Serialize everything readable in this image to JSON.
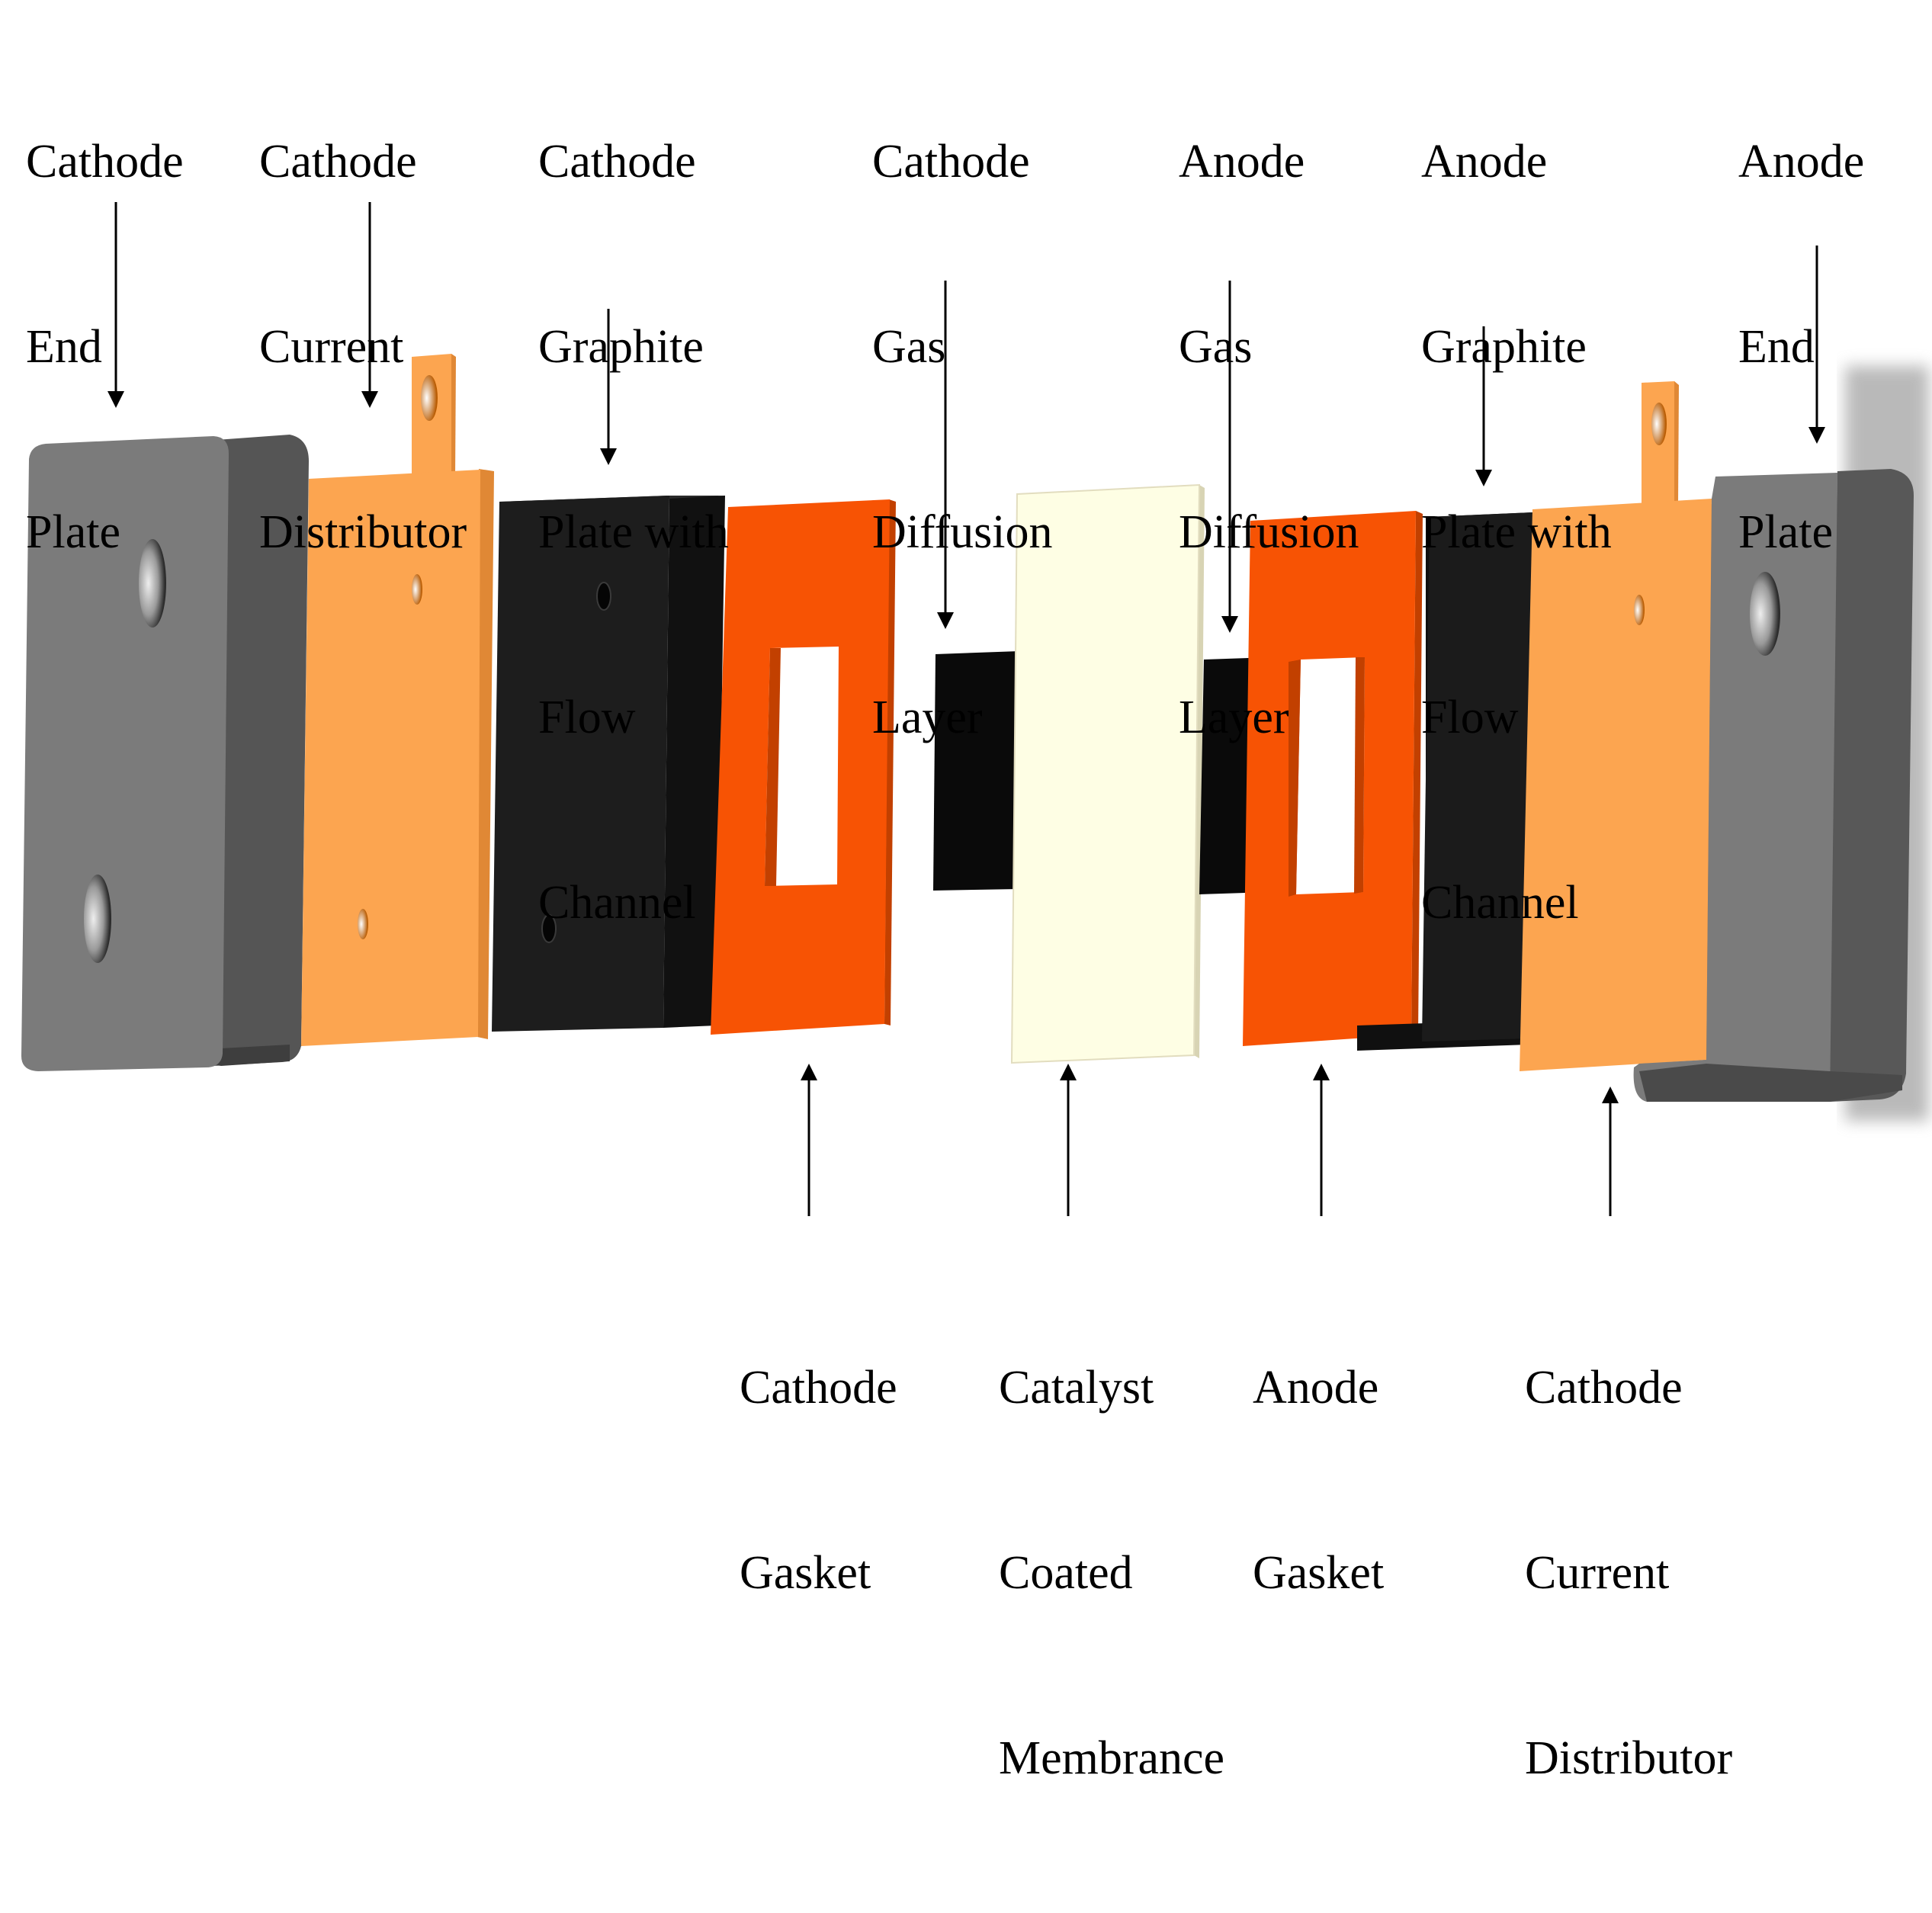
{
  "colors": {
    "end_plate_front": "#7a7a7a",
    "end_plate_side": "#505050",
    "current_distributor": "#fca550",
    "current_distributor_side": "#e48a36",
    "graphite_front": "#1c1c1c",
    "graphite_side": "#111111",
    "gasket": "#f75304",
    "gasket_side": "#d44400",
    "gdl": "#0a0a0a",
    "membrane": "#fefee4",
    "membrane_edge": "#d8d4b4"
  },
  "labels": {
    "top": [
      {
        "id": "cathode-end-plate",
        "lines": [
          "Cathode",
          "End",
          "Plate"
        ]
      },
      {
        "id": "cathode-current-distributor",
        "lines": [
          "Cathode",
          "Current",
          "Distributor"
        ]
      },
      {
        "id": "cathode-graphite-plate",
        "lines": [
          "Cathode",
          "Graphite",
          "Plate with",
          "Flow",
          "Channel"
        ]
      },
      {
        "id": "cathode-gas-diffusion-layer",
        "lines": [
          "Cathode",
          "Gas",
          "Diffusion",
          "Layer"
        ]
      },
      {
        "id": "anode-gas-diffusion-layer",
        "lines": [
          "Anode",
          "Gas",
          "Diffusion",
          "Layer"
        ]
      },
      {
        "id": "anode-graphite-plate",
        "lines": [
          "Anode",
          "Graphite",
          "Plate with",
          "Flow",
          "Channel"
        ]
      },
      {
        "id": "anode-end-plate",
        "lines": [
          "Anode",
          "End",
          "Plate"
        ]
      }
    ],
    "bottom": [
      {
        "id": "cathode-gasket",
        "lines": [
          "Cathode",
          "Gasket"
        ]
      },
      {
        "id": "catalyst-coated-membrane",
        "lines": [
          "Catalyst",
          "Coated",
          "Membrance"
        ]
      },
      {
        "id": "anode-gasket",
        "lines": [
          "Anode",
          "Gasket"
        ]
      },
      {
        "id": "cathode-current-distributor-bottom",
        "lines": [
          "Cathode",
          "Current",
          "Distributor"
        ]
      }
    ]
  }
}
